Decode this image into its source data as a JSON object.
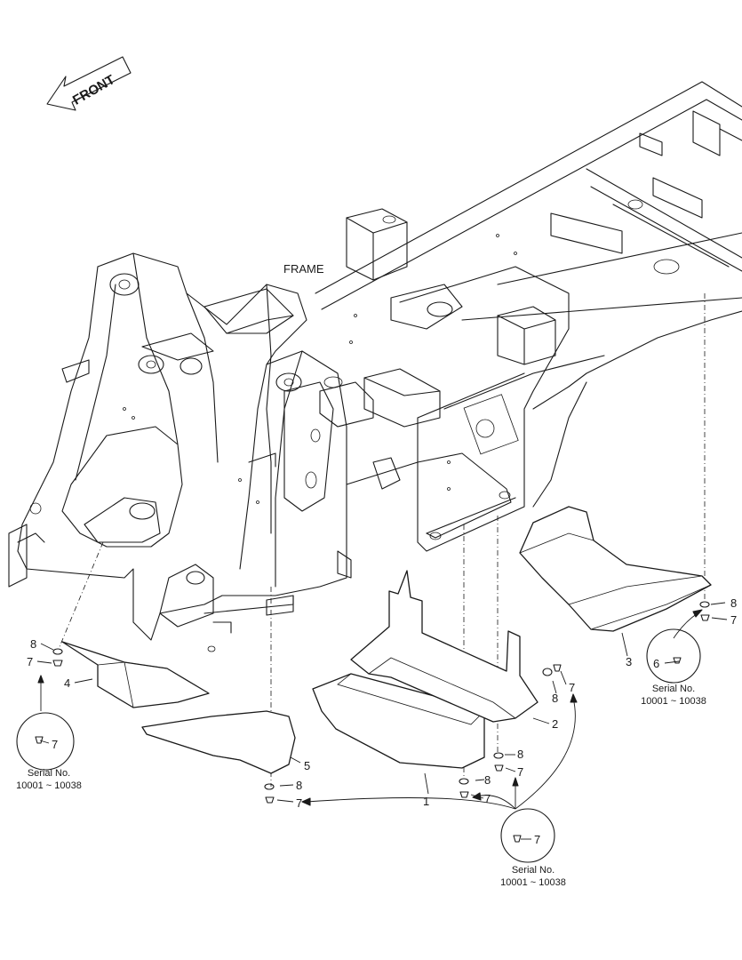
{
  "direction_label": "FRONT",
  "assembly_label": "FRAME",
  "callouts": {
    "c1": "1",
    "c2": "2",
    "c3": "3",
    "c4": "4",
    "c5": "5",
    "c6": "6",
    "c7": "7",
    "c8": "8"
  },
  "serial_note": {
    "title": "Serial No.",
    "range": "10001 ~ 10038"
  }
}
